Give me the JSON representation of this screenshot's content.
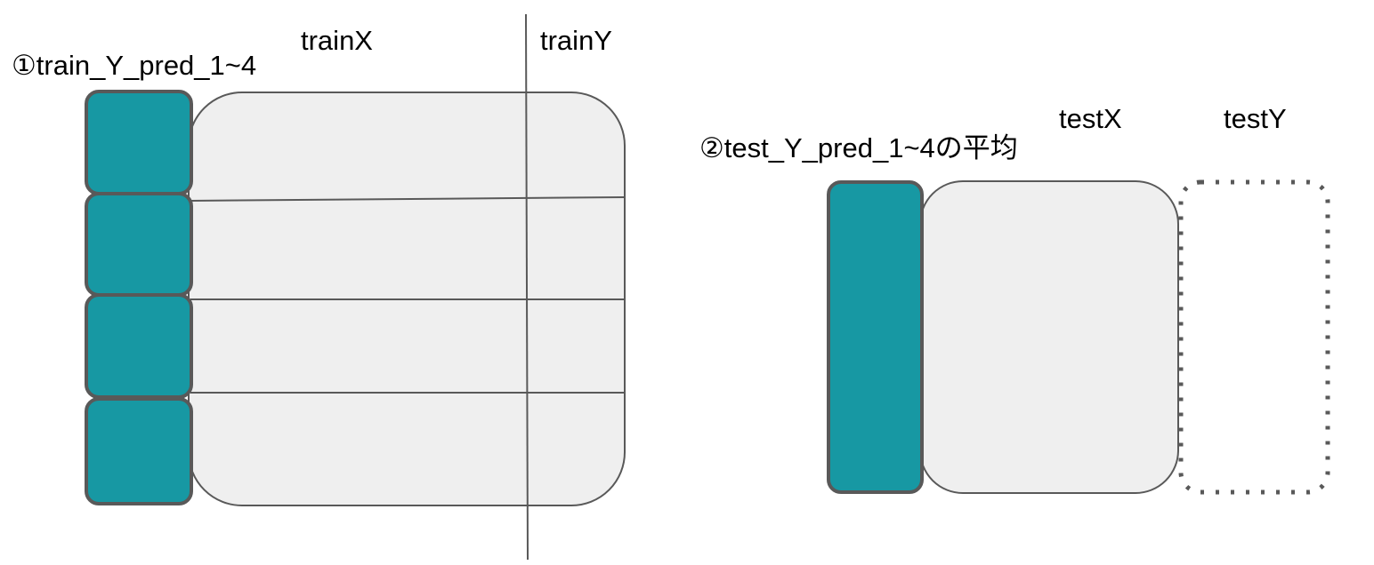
{
  "labels": {
    "train_pred": "①train_Y_pred_1~4",
    "train_x": "trainX",
    "train_y": "trainY",
    "test_pred": "②test_Y_pred_1~4の平均",
    "test_x": "testX",
    "test_y": "testY"
  },
  "colors": {
    "prediction_fill": "#1798a3",
    "prediction_stroke": "#595959",
    "data_fill": "#efefef",
    "data_stroke": "#595959",
    "divider": "#595959",
    "missing_outline": "#595959"
  }
}
